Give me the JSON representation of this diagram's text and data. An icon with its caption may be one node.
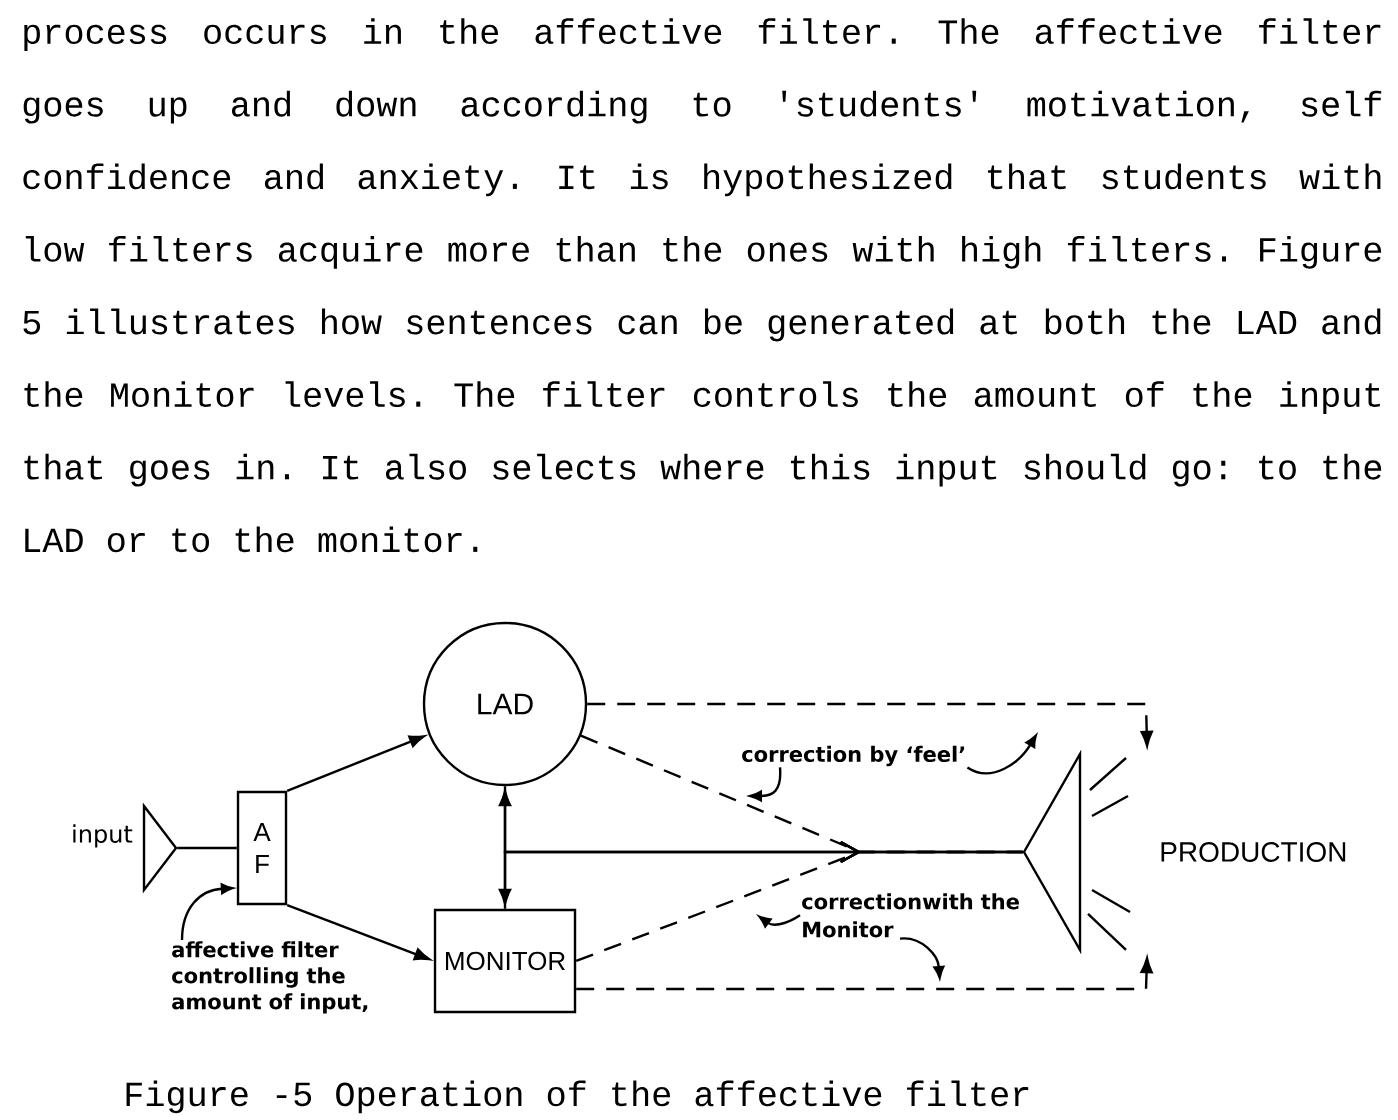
{
  "diagram": {
    "caption": "Figure -5 Operation of the affective filter",
    "nodes": [
      {
        "text": [],
        "shape": "triangle",
        "beside": [
          "input"
        ]
      },
      {
        "text": [
          "A F"
        ]
      },
      {
        "text": [
          "LAD"
        ]
      },
      {
        "text": [
          "MONITOR"
        ]
      },
      {
        "text": [],
        "shape": "megaphone",
        "beside": [
          "PRODUCTION"
        ]
      },
      {
        "text": [
          "affective filter controlling the amount of input,"
        ]
      },
      {
        "text": [
          "correction by ‘feel’"
        ]
      },
      {
        "text": [
          "correctionwith the Monitor"
        ]
      }
    ],
    "edges": [
      {
        "from": 0,
        "to": 1,
        "arrow": "none"
      },
      {
        "from": 1,
        "to": 2,
        "arrow": "to"
      },
      {
        "from": 1,
        "to": 3,
        "arrow": "to"
      },
      {
        "from": 2,
        "to": 3,
        "arrow": "both"
      },
      {
        "from": 2,
        "to": 4,
        "arrow": "to"
      },
      {
        "from": 3,
        "to": 4,
        "arrow": "to"
      },
      {
        "from": 2,
        "to": 4,
        "arrow": "to",
        "style": "dashed"
      },
      {
        "from": 3,
        "to": 4,
        "arrow": "to",
        "style": "dashed"
      },
      {
        "from": 2,
        "to": 4,
        "arrow": "to",
        "style": "dashed"
      },
      {
        "from": 3,
        "to": 4,
        "arrow": "to",
        "style": "dashed"
      },
      {
        "from": 5,
        "to": 1,
        "arrow": "to"
      },
      {
        "from": 6,
        "to": null,
        "arrow": "to"
      },
      {
        "from": 6,
        "to": null,
        "arrow": "to"
      },
      {
        "from": 7,
        "to": null,
        "arrow": "to"
      },
      {
        "from": 7,
        "to": null,
        "arrow": "to"
      }
    ],
    "labels": [
      "process occurs in the affective filter. The affective filter goes up and down according to 'students' motivation, self confidence and anxiety. It is hypothesized that students with low filters acquire more than the ones with high filters. Figure 5 illustrates how sentences can be generated at both the LAD and the Monitor levels. The filter controls the amount of the input that goes in. It also selects where this input should go: to the LAD or to the monitor."
    ]
  }
}
